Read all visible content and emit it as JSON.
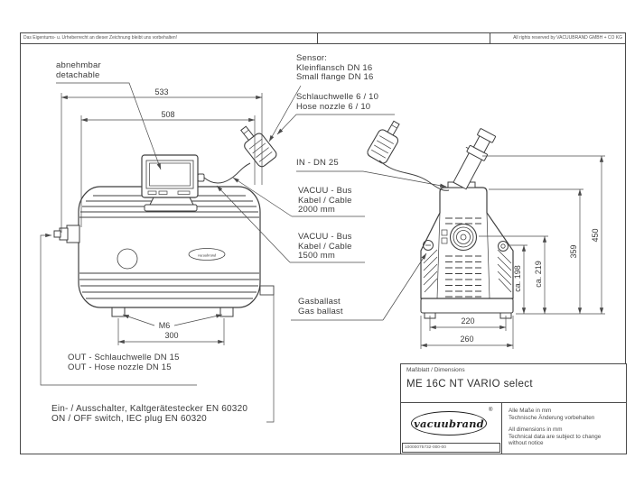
{
  "header": {
    "copyright_de": "Das Eigentums- u. Urheberrecht an dieser Zeichnung bleibt uns vorbehalten!",
    "copyright_en": "All rights reserved by VACUUBRAND GMBH + CO KG"
  },
  "labels": {
    "detach_l1": "abnehmbar",
    "detach_l2": "detachable",
    "sensor_l1": "Sensor:",
    "sensor_l2": "Kleinflansch DN 16",
    "sensor_l3": "Small flange DN 16",
    "hose_l1": "Schlauchwelle 6 / 10",
    "hose_l2": "Hose nozzle 6 / 10",
    "inlet": "IN - DN 25",
    "bus2000_l1": "VACUU - Bus",
    "bus2000_l2": "Kabel / Cable",
    "bus2000_l3": "2000 mm",
    "bus1500_l1": "VACUU - Bus",
    "bus1500_l2": "Kabel / Cable",
    "bus1500_l3": "1500 mm",
    "gas_l1": "Gasballast",
    "gas_l2": "Gas ballast",
    "out_l1": "OUT - Schlauchwelle DN 15",
    "out_l2": "OUT - Hose nozzle DN 15",
    "switch_l1": "Ein- / Ausschalter, Kaltgerätestecker EN 60320",
    "switch_l2": "ON / OFF switch, IEC plug EN 60320"
  },
  "dims": {
    "total_width": "533",
    "body_width": "508",
    "thread": "M6",
    "foot_span": "300",
    "total_height": "450",
    "body_height": "359",
    "h219": "ca. 219",
    "h198": "ca. 198",
    "foot_width": "220",
    "base_width": "260"
  },
  "title_block": {
    "sheet": "Maßblatt / Dimensions",
    "model": "ME 16C NT VARIO select",
    "brand": "vacuubrand",
    "reg": "®",
    "note_de1": "Alle Maße in mm",
    "note_de2": "Technische Änderung vorbehalten",
    "note_en1": "All dimensions in mm",
    "note_en2": "Technical data are subject to change",
    "note_en3": "without notice",
    "doc_no": "10000075732-000-00"
  },
  "brand_small": "vacuubrand",
  "colors": {
    "line": "#4a4a4a",
    "text": "#3a3a3a",
    "frame": "#4a4a4a"
  }
}
